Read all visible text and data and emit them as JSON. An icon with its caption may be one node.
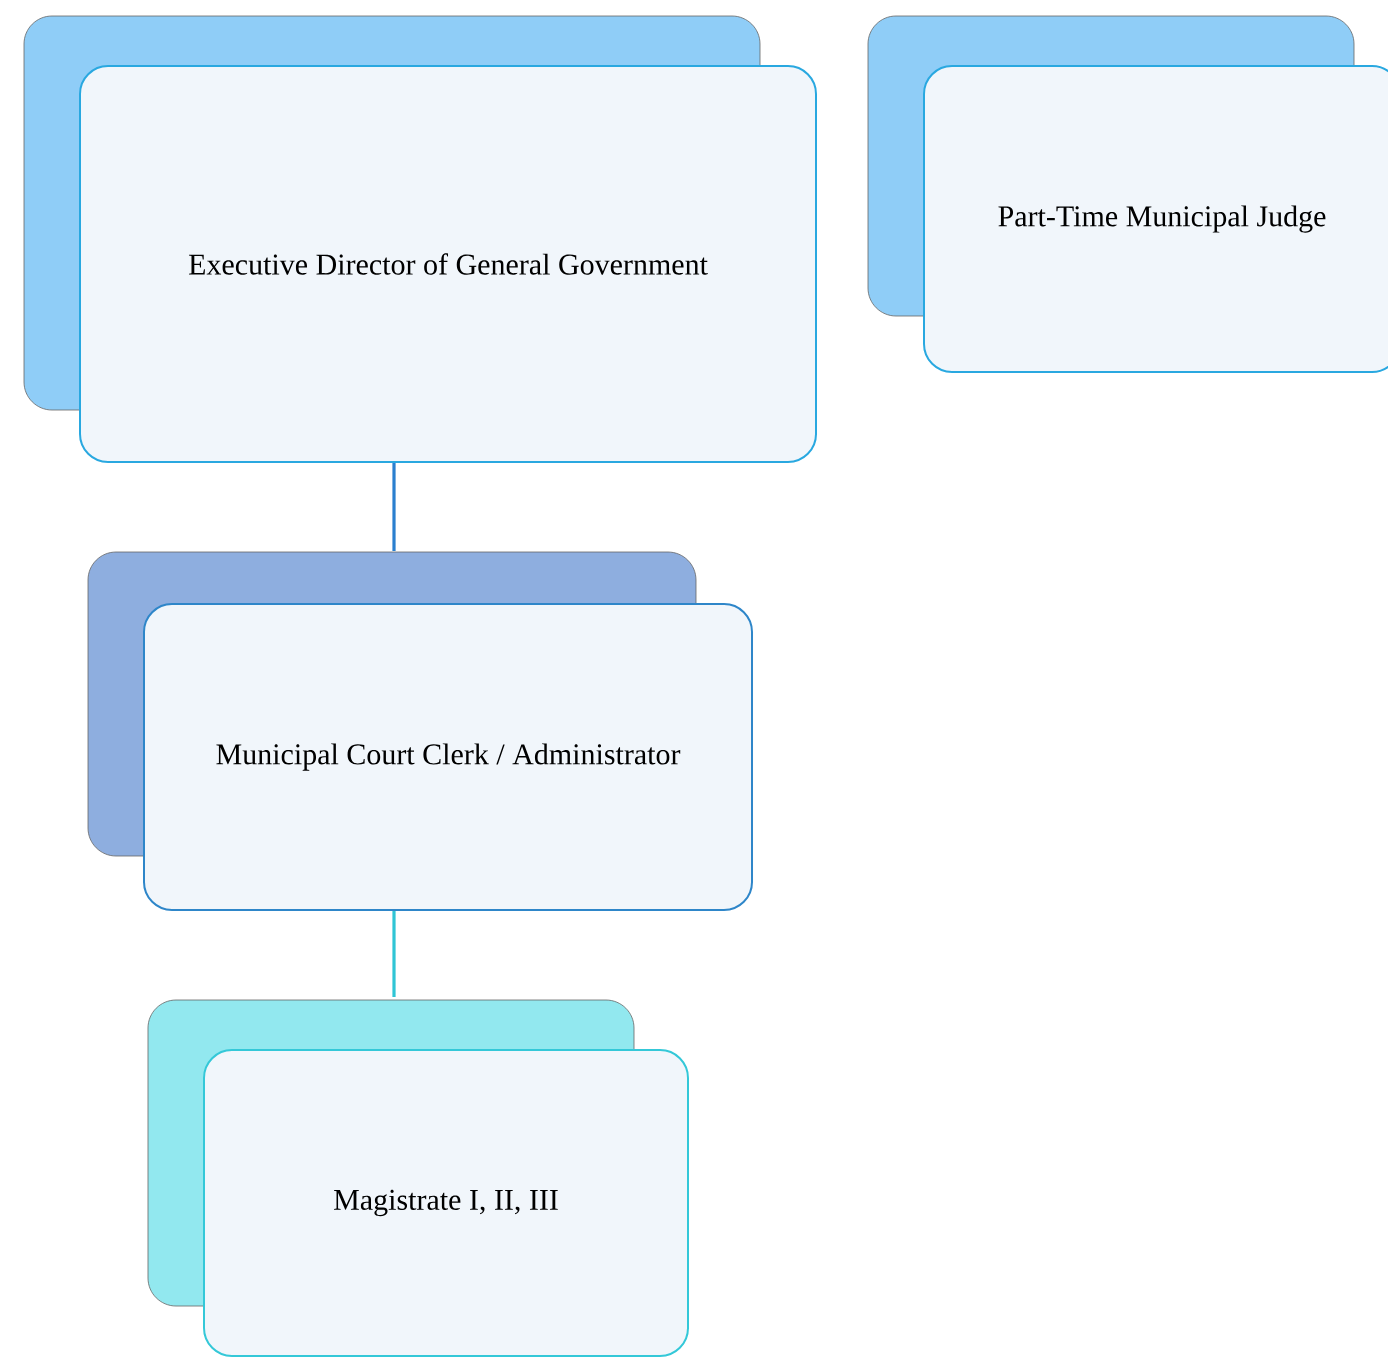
{
  "diagram": {
    "nodes": [
      {
        "text": [
          "Executive  Director of General Government"
        ]
      },
      {
        "text": [
          "Part-Time Municipal Judge"
        ]
      },
      {
        "text": [
          "Municipal Court Clerk / Administrator"
        ]
      },
      {
        "text": [
          "Magistrate I, II, III"
        ]
      }
    ],
    "edges": [
      {
        "from": 0,
        "to": 2,
        "arrow": "none",
        "color": "#2a7fcf"
      },
      {
        "from": 2,
        "to": 3,
        "arrow": "none",
        "color": "#30c5d5"
      }
    ]
  }
}
